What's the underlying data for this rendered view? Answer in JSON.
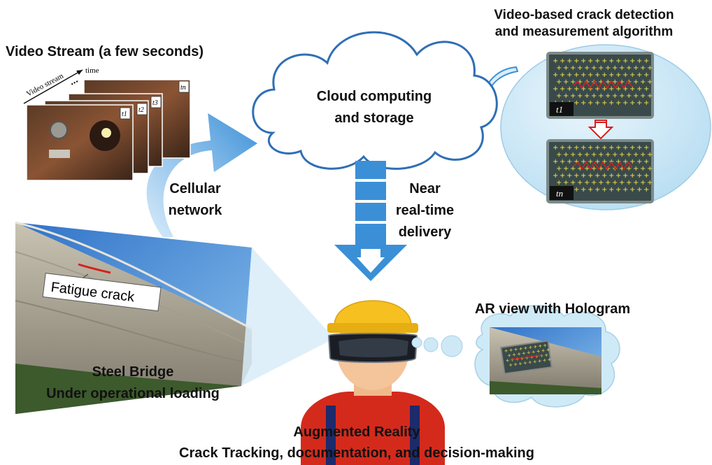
{
  "video_stream": {
    "title": "Video Stream (a few seconds)",
    "stream_label": "Video stream",
    "time_label": "time",
    "ellipsis": "...",
    "frame_labels": [
      "t1",
      "t2",
      "t3",
      "tn"
    ]
  },
  "network": {
    "line1": "Cellular",
    "line2": "network"
  },
  "cloud": {
    "line1": "Cloud computing",
    "line2": "and storage"
  },
  "algorithm": {
    "line1": "Video-based crack detection",
    "line2": "and measurement algorithm",
    "frame_labels": [
      "t1",
      "tn"
    ]
  },
  "delivery": {
    "line1": "Near",
    "line2": "real-time",
    "line3": "delivery"
  },
  "bridge": {
    "crack_label": "Fatigue crack",
    "line1": "Steel Bridge",
    "line2": "Under operational loading"
  },
  "ar_view": {
    "title": "AR view with Hologram"
  },
  "user": {
    "line1": "Augmented Reality",
    "line2": "Crack Tracking, documentation, and decision-making"
  },
  "colors": {
    "arrow_blue": "#3b8fd6",
    "cloud_outline": "#2f6fb5",
    "bubble_fill": "#cfeaf7",
    "crack_red": "#d62020",
    "helmet_yellow": "#f5c020",
    "shirt_red": "#d42a1c",
    "panel_gray": "#3a4a4a",
    "marker_yellow": "#f4e64a"
  }
}
